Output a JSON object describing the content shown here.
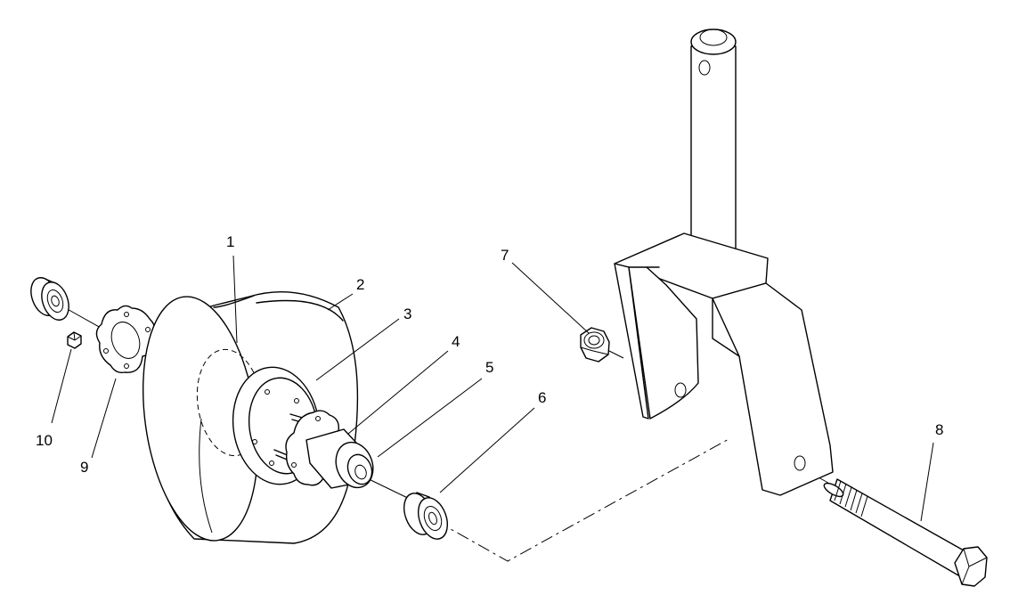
{
  "callouts": [
    {
      "id": "1",
      "label": "1",
      "part": "tire"
    },
    {
      "id": "2",
      "label": "2",
      "part": "wheel"
    },
    {
      "id": "3",
      "label": "3",
      "part": "hub-flange"
    },
    {
      "id": "4",
      "label": "4",
      "part": "bearing-flange"
    },
    {
      "id": "5",
      "label": "5",
      "part": "spacer-tube"
    },
    {
      "id": "6",
      "label": "6",
      "part": "bearing-right"
    },
    {
      "id": "7",
      "label": "7",
      "part": "locknut"
    },
    {
      "id": "8",
      "label": "8",
      "part": "axle-bolt"
    },
    {
      "id": "9",
      "label": "9",
      "part": "bearing-flange-outer"
    },
    {
      "id": "10",
      "label": "10",
      "part": "small-nut"
    }
  ]
}
